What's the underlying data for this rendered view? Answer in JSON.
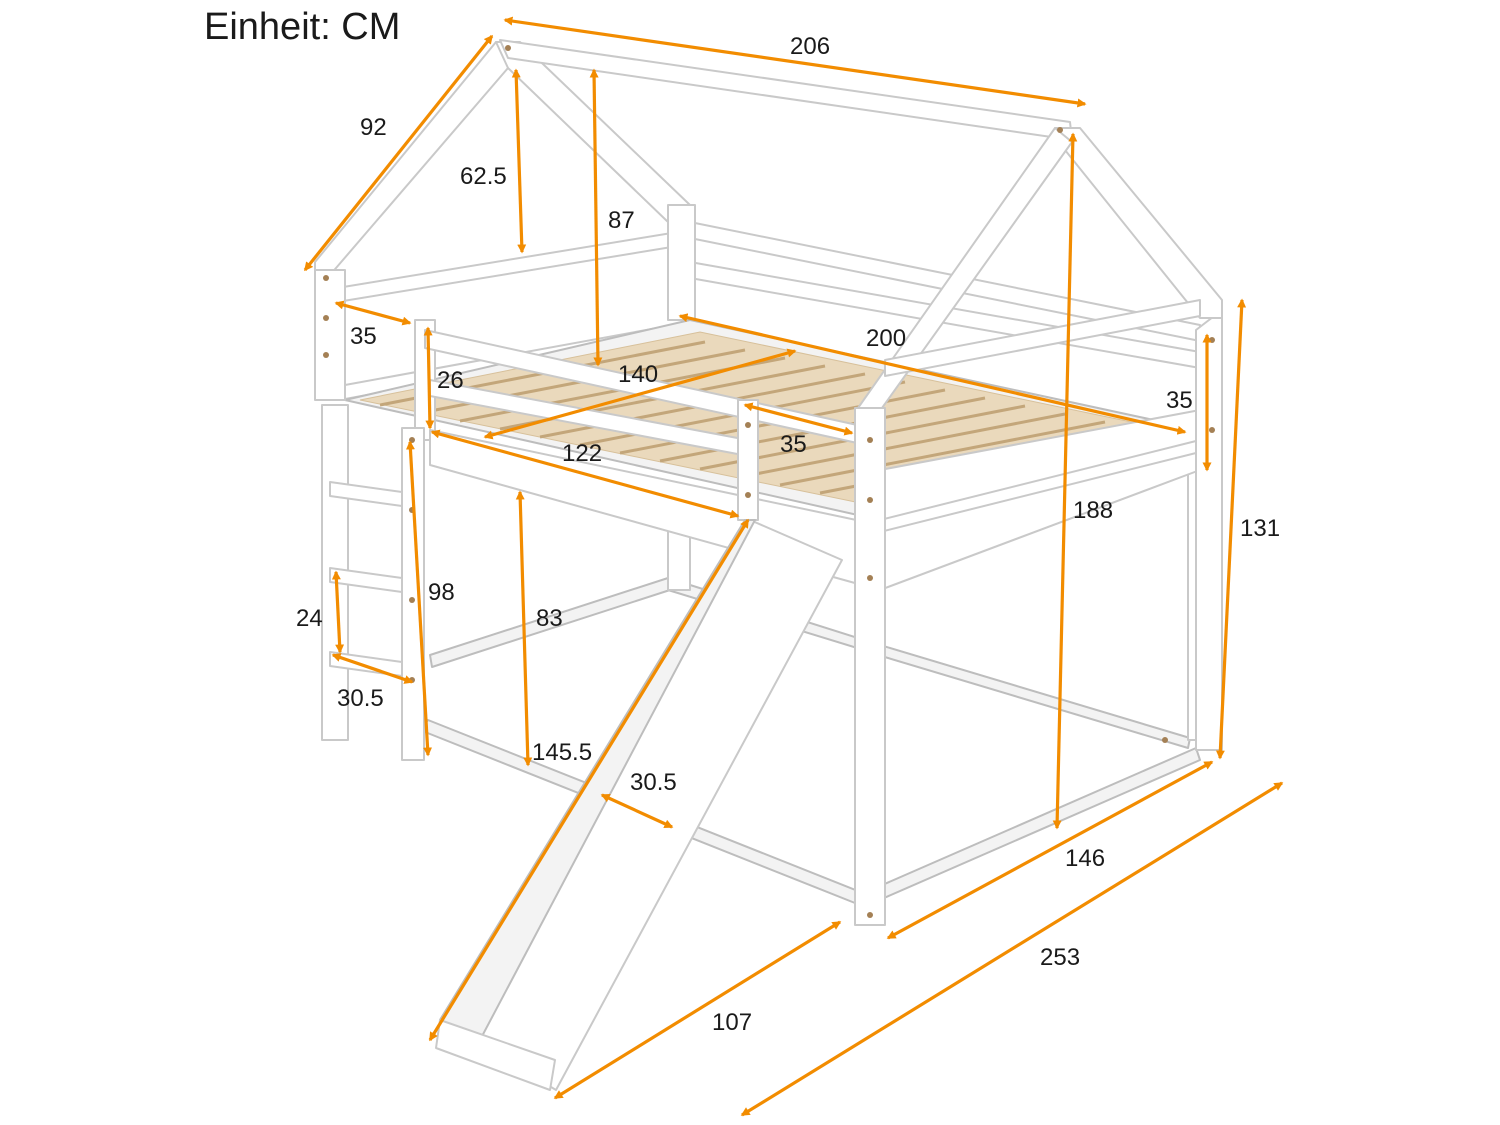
{
  "unit_label": "Einheit: CM",
  "colors": {
    "arrow": "#f28c00",
    "frame": "#ffffff",
    "frame_edge": "#c9c9c9",
    "slat": "#ead9bc",
    "text": "#1a1a1a"
  },
  "dimensions": {
    "roof_length": "206",
    "roof_slope": "92",
    "roof_height_inner": "62.5",
    "roof_height_total": "87",
    "rail_gap_left": "35",
    "rail_gap_right": "35",
    "rail_opening": "35",
    "rail_height": "26",
    "bed_length": "200",
    "bed_width": "140",
    "front_rail_length": "122",
    "total_height": "188",
    "side_height": "131",
    "ladder_height": "98",
    "under_bed_height": "83",
    "step_spacing": "24",
    "ladder_width": "30.5",
    "slide_total": "145.5",
    "slide_width": "30.5",
    "slide_reach": "107",
    "bed_depth": "146",
    "total_length": "253"
  }
}
